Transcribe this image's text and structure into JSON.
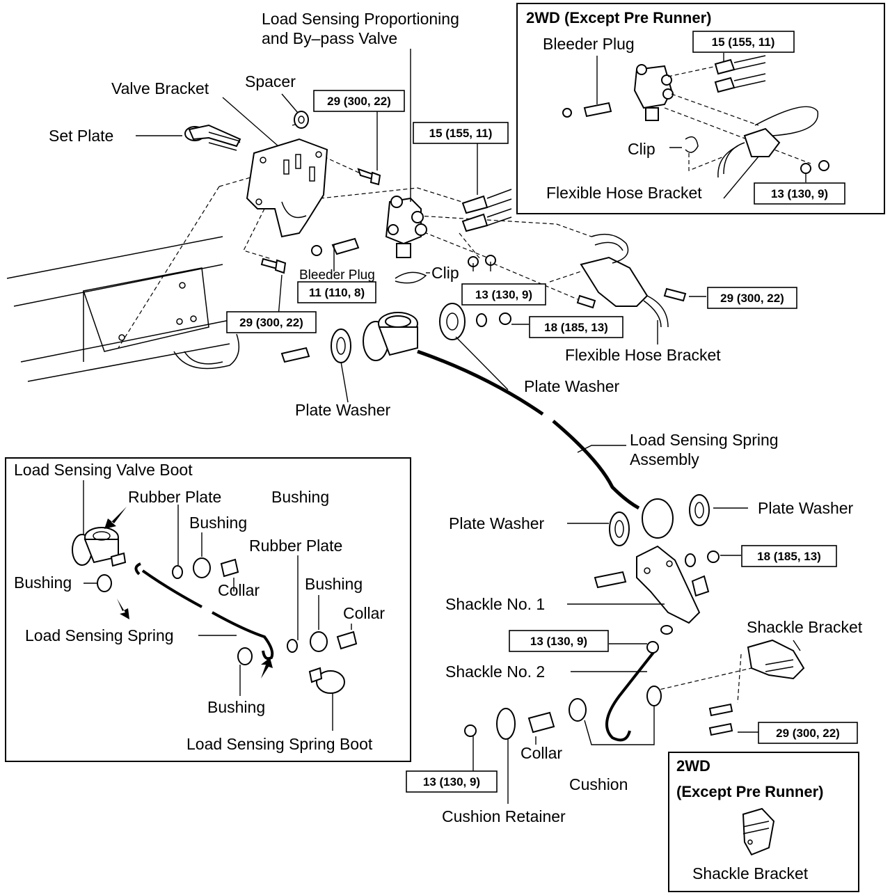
{
  "labels": {
    "lsp_valve_line1": "Load Sensing Proportioning",
    "lsp_valve_line2": "and By–pass Valve",
    "valve_bracket": "Valve Bracket",
    "spacer": "Spacer",
    "set_plate": "Set Plate",
    "bleeder_plug_main": "Bleeder Plug",
    "clip_main": "Clip",
    "flexible_hose_bracket_main": "Flexible Hose Bracket",
    "plate_washer_1": "Plate Washer",
    "plate_washer_2": "Plate Washer",
    "spring_assembly_line1": "Load Sensing Spring",
    "spring_assembly_line2": "Assembly",
    "plate_washer_3": "Plate Washer",
    "plate_washer_4": "Plate Washer",
    "shackle_no1": "Shackle No. 1",
    "shackle_no2": "Shackle No. 2",
    "shackle_bracket": "Shackle Bracket",
    "collar": "Collar",
    "cushion": "Cushion",
    "cushion_retainer": "Cushion Retainer"
  },
  "torques": {
    "t_valve_bolt": "29 (300, 22)",
    "t_lines_main": "15 (155, 11)",
    "t_bleeder": "11 (110, 8)",
    "t_hose_nuts": "13 (130, 9)",
    "t_bracket_lower": "29 (300, 22)",
    "t_hose_bracket_bolt": "29 (300, 22)",
    "t_washer_nut": "18 (185, 13)",
    "t_shackle_nut": "18 (185, 13)",
    "t_shackle2_nut": "13 (130, 9)",
    "t_shackle_bracket_bolt": "29 (300, 22)",
    "t_cushion_nut": "13 (130, 9)"
  },
  "inset_2wd_top": {
    "title": "2WD (Except Pre Runner)",
    "bleeder_plug": "Bleeder Plug",
    "torque_lines": "15 (155, 11)",
    "clip": "Clip",
    "flexible_hose_bracket": "Flexible Hose Bracket",
    "torque_nuts": "13 (130, 9)"
  },
  "inset_boots": {
    "valve_boot": "Load Sensing Valve Boot",
    "rubber_plate_1": "Rubber Plate",
    "bushing_top": "Bushing",
    "bushing_2": "Bushing",
    "rubber_plate_2": "Rubber Plate",
    "bushing_left": "Bushing",
    "collar_1": "Collar",
    "bushing_3": "Bushing",
    "collar_2": "Collar",
    "spring": "Load Sensing Spring",
    "bushing_bottom": "Bushing",
    "spring_boot": "Load Sensing Spring Boot"
  },
  "inset_2wd_bottom": {
    "title_line1": "2WD",
    "title_line2": "(Except Pre Runner)",
    "shackle_bracket": "Shackle Bracket"
  }
}
